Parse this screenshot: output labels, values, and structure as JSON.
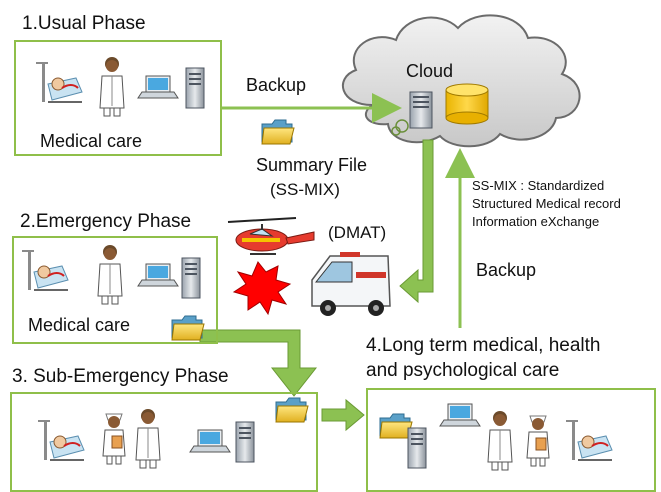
{
  "phases": {
    "usual": {
      "title": "1.Usual Phase",
      "care_label": "Medical care"
    },
    "emergency": {
      "title": "2.Emergency Phase",
      "care_label": "Medical care"
    },
    "sub_emergency": {
      "title": "3. Sub-Emergency Phase"
    },
    "long_term": {
      "title_line1": "4.Long term medical, health",
      "title_line2": "and psychological care"
    }
  },
  "cloud": {
    "label": "Cloud"
  },
  "arrows": {
    "backup_top": "Backup",
    "backup_right": "Backup"
  },
  "summary_file": {
    "line1": "Summary File",
    "line2": "(SS-MIX)"
  },
  "dmat": {
    "label": "(DMAT)"
  },
  "ssmix_definition": {
    "line1": "SS-MIX : Standardized",
    "line2": "Structured Medical record",
    "line3": "Information eXchange"
  },
  "colors": {
    "box_border": "#8fbf4a",
    "arrow_green": "#8cc152",
    "cloud_fill": "#dcdcdc",
    "db_fill": "#f5c400"
  }
}
